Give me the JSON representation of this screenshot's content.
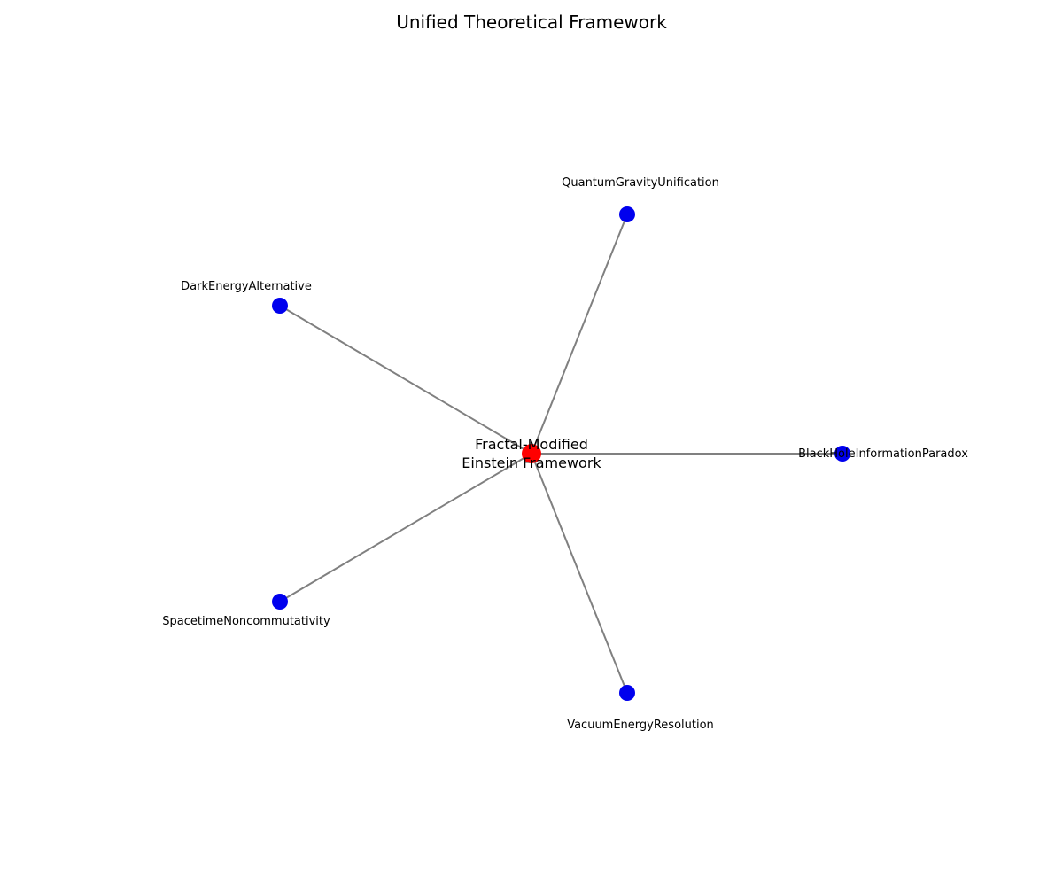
{
  "title": "Unified Theoretical Framework",
  "colors": {
    "center_node": "#ff0000",
    "outer_node": "#0000ee",
    "edge": "#808080",
    "background": "#ffffff"
  },
  "center": {
    "label_line1": "Fractal-Modified",
    "label_line2": "Einstein Framework"
  },
  "nodes": [
    {
      "id": "qg",
      "label": "QuantumGravityUnification"
    },
    {
      "id": "de",
      "label": "DarkEnergyAlternative"
    },
    {
      "id": "bh",
      "label": "BlackHoleInformationParadox"
    },
    {
      "id": "st",
      "label": "SpacetimeNoncommutativity"
    },
    {
      "id": "ve",
      "label": "VacuumEnergyResolution"
    }
  ],
  "edges": [
    {
      "from": "center",
      "to": "qg"
    },
    {
      "from": "center",
      "to": "de"
    },
    {
      "from": "center",
      "to": "bh"
    },
    {
      "from": "center",
      "to": "st"
    },
    {
      "from": "center",
      "to": "ve"
    }
  ]
}
